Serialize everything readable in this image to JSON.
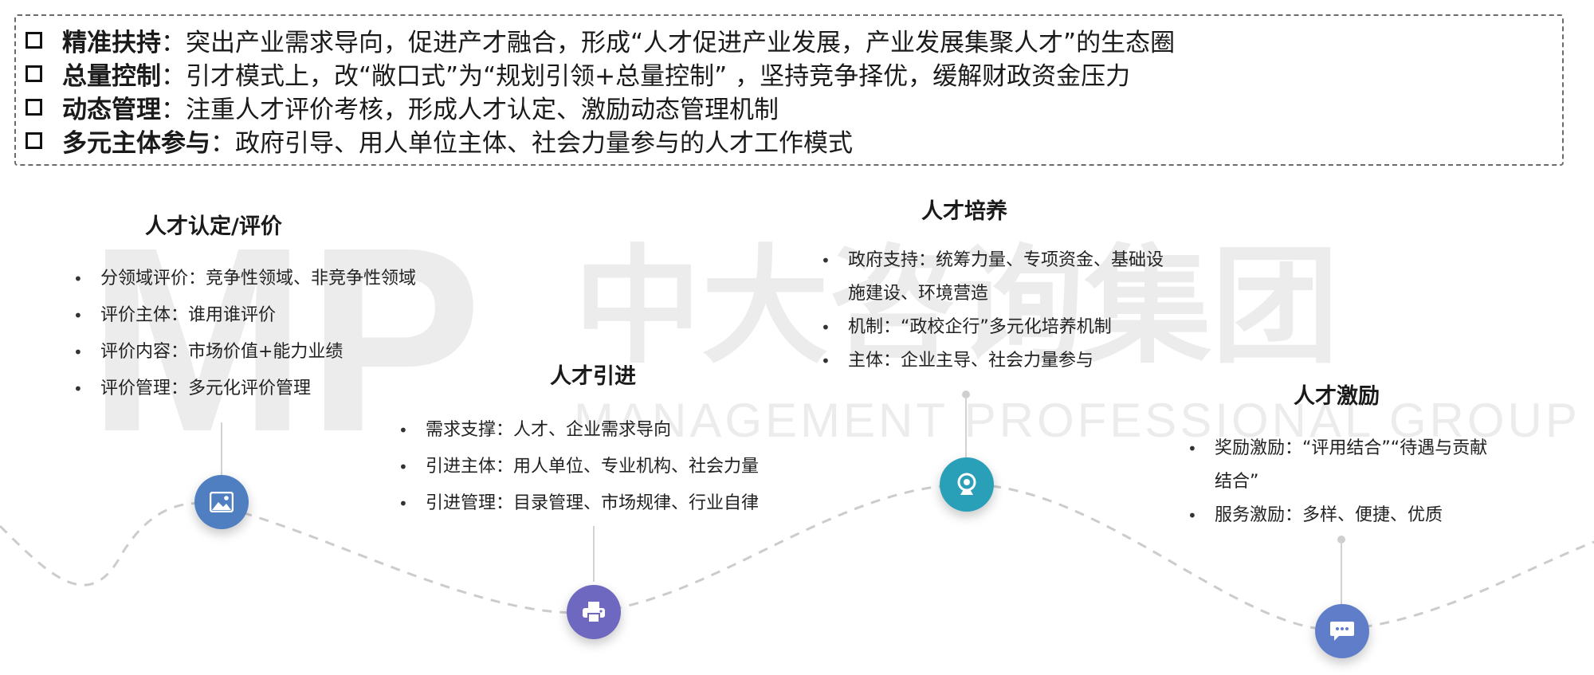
{
  "top_box": {
    "items": [
      {
        "keyword": "精准扶持",
        "text": "：突出产业需求导向，促进产才融合，形成“人才促进产业发展，产业发展集聚人才”的生态圈"
      },
      {
        "keyword": "总量控制",
        "text": "：引才模式上，改“敞口式”为“规划引领+总量控制” ，坚持竞争择优，缓解财政资金压力"
      },
      {
        "keyword": "动态管理",
        "text": "：注重人才评价考核，形成人才认定、激励动态管理机制"
      },
      {
        "keyword": "多元主体参与",
        "text": "：政府引导、用人单位主体、社会力量参与的人才工作模式"
      }
    ]
  },
  "watermark": {
    "logo": "MP",
    "cn": "中大咨询集团",
    "en": "MANAGEMENT PROFESSIONAL GROUP"
  },
  "stages": [
    {
      "title": "人才认定/评价",
      "icon": "image-icon",
      "color": "#4f7fc0",
      "bullets": [
        "分领域评价：竞争性领域、非竞争性领域",
        "评价主体：谁用谁评价",
        "评价内容：市场价值+能力业绩",
        "评价管理：多元化评价管理"
      ]
    },
    {
      "title": "人才引进",
      "icon": "printer-icon",
      "color": "#6f68c0",
      "bullets": [
        "需求支撑：人才、企业需求导向",
        "引进主体：用人单位、专业机构、社会力量",
        "引进管理：目录管理、市场规律、行业自律"
      ]
    },
    {
      "title": "人才培养",
      "icon": "webcam-icon",
      "color": "#2aa0b8",
      "bullets": [
        "政府支持：统筹力量、专项资金、基础设施建设、环境营造",
        "机制：“政校企行”多元化培养机制",
        "主体：企业主导、社会力量参与"
      ]
    },
    {
      "title": "人才激励",
      "icon": "chat-icon",
      "color": "#5f7dc8",
      "bullets": [
        "奖励激励：“评用结合”“待遇与贡献结合”",
        "服务激励：多样、便捷、优质"
      ]
    }
  ]
}
